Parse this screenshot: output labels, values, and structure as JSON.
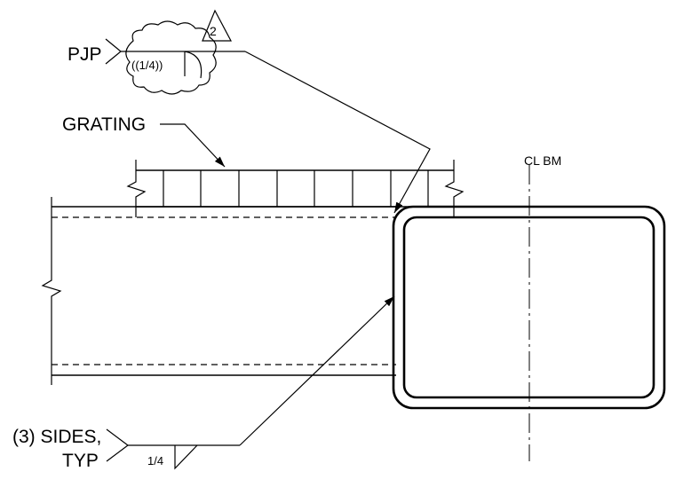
{
  "labels": {
    "pjp": "PJP",
    "pjp_weld_size": "((1/4))",
    "revision_number": "2",
    "grating": "GRATING",
    "centerline": "CL BM",
    "sides_line1": "(3) SIDES,",
    "sides_line2": "TYP",
    "fillet_weld_size": "1/4"
  },
  "icons": [
    "revision-triangle-icon",
    "revision-cloud-icon",
    "fillet-weld-symbol-icon",
    "groove-weld-symbol-icon",
    "break-line-icon",
    "arrowhead-icon"
  ],
  "colors": {
    "line": "#000000",
    "background": "#ffffff"
  }
}
